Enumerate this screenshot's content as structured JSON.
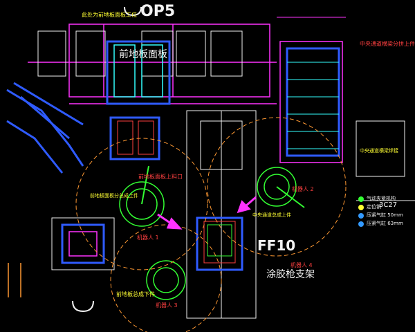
{
  "station_top": "OP5",
  "station_main": "FF10",
  "front_floor_panel": "前地板面板",
  "glue_gun_bracket": "涂胶枪支架",
  "c_dimension": "3C27",
  "robot_tags": {
    "a": "机器人 1",
    "b": "机器人 2",
    "c": "机器人 3",
    "d": "机器人 4"
  },
  "small_notes": {
    "top_yellow": "此处为前地板面板工位",
    "top_right_red": "中央通道横梁分拼上件",
    "mid_red": "前地板面板上料口",
    "center_box": "前地板面板分总成上件",
    "center_box2": "中央通道总成上件",
    "left_bottom_yellow": "前地板总成下件",
    "right_mid_yellow": "中央通道横梁焊接"
  },
  "legend": {
    "items": [
      {
        "label": "气动夹紧机构",
        "color": "#33ff33"
      },
      {
        "label": "定位销",
        "color": "#ffff33"
      },
      {
        "label": "压紧气缸 50mm",
        "color": "#3399ff"
      },
      {
        "label": "压紧气缸 63mm",
        "color": "#3399ff"
      }
    ]
  },
  "colors": {
    "background": "#000000",
    "magenta": "#ff33ff",
    "blue": "#2f5bff",
    "cyan": "#33ffff",
    "green": "#33ff33",
    "yellow": "#ffff33",
    "red": "#ff3333",
    "white": "#f2f2f2",
    "orange": "#ff9933"
  }
}
